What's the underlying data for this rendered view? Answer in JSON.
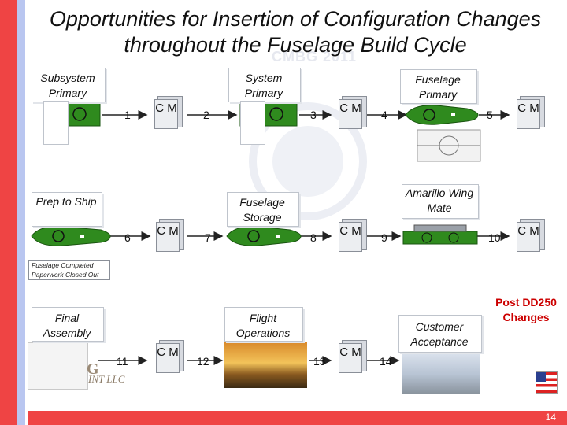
{
  "title": "Opportunities for Insertion of Configuration Changes throughout the Fuselage Build Cycle",
  "watermark": "CMBG 2011",
  "page_number": "14",
  "stages": [
    {
      "label": "Subsystem Primary"
    },
    {
      "label": "System Primary"
    },
    {
      "label": "Fuselage Primary"
    },
    {
      "label": "Prep to Ship"
    },
    {
      "label": "Fuselage Storage"
    },
    {
      "label": "Amarillo Wing Mate"
    },
    {
      "label": "Final Assembly"
    },
    {
      "label": "Flight Operations"
    },
    {
      "label": "Customer Acceptance"
    }
  ],
  "steps": [
    "1",
    "2",
    "3",
    "4",
    "5",
    "6",
    "7",
    "8",
    "9",
    "10",
    "11",
    "12",
    "13",
    "14"
  ],
  "cm_label": "C M",
  "note": "Fuselage Completed Paperwork Closed Out",
  "post_change": "Post DD250 Changes",
  "logo_text_large": "G",
  "logo_text": "INT LLC",
  "colors": {
    "accent_red": "#ef4444",
    "fuselage_green": "#2f8a1e",
    "post_change_red": "#cc0000"
  }
}
